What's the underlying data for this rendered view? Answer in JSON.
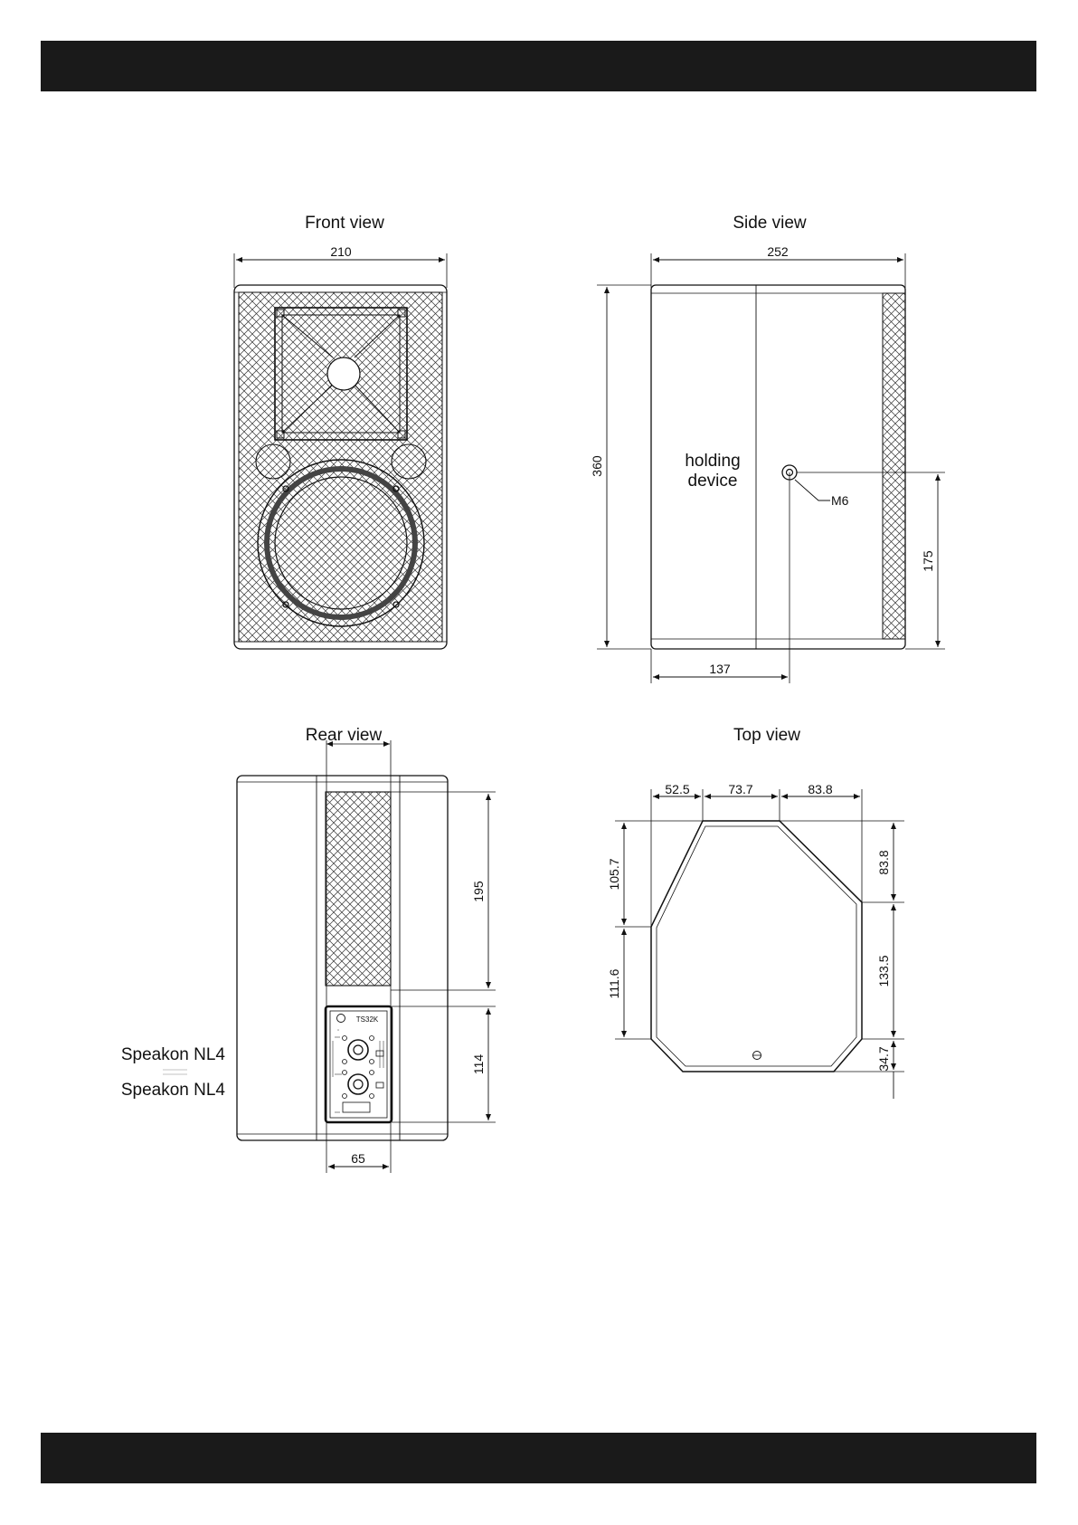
{
  "views": {
    "front": {
      "title": "Front view",
      "dims": {
        "width": "210"
      }
    },
    "side": {
      "title": "Side view",
      "dims": {
        "depth": "252",
        "height": "360",
        "mount_height": "175",
        "mount_depth": "137"
      },
      "labels": {
        "holding_line1": "holding",
        "holding_line2": "device",
        "thread": "M6"
      }
    },
    "rear": {
      "title": "Rear view",
      "dims": {
        "grille_height": "195",
        "panel_height": "114",
        "panel_width": "65"
      },
      "panel": {
        "model": "TS32K"
      },
      "connectors": [
        "Speakon NL4",
        "Speakon NL4"
      ]
    },
    "top": {
      "title": "Top view",
      "dims": {
        "w1": "52.5",
        "w2": "73.7",
        "w3": "83.8",
        "left_upper": "105.7",
        "left_lower": "111.6",
        "right_upper": "83.8",
        "right_mid": "133.5",
        "right_lower": "34.7"
      }
    }
  },
  "colors": {
    "header_bar": "#1a1a1a",
    "line": "#111111",
    "background": "#ffffff"
  }
}
